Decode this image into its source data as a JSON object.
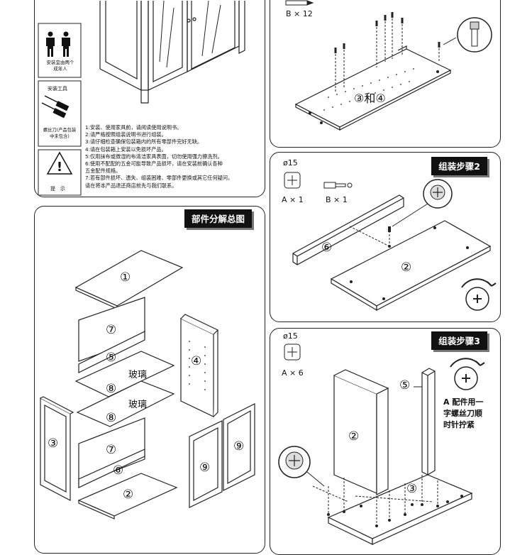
{
  "intro": {
    "people_caption": "安装宜由两个成年人",
    "tools_caption": "安装工具",
    "tools_note": "螺丝刀(产品包装中未包含)",
    "warning_caption": "提　示",
    "notes": [
      "1:安装、使用家具前，请阅读使用说明书。",
      "2:请严格按照组装说明书进行组装。",
      "3:请仔细检查确保包装箱内的所有零部件完好无缺。",
      "4:请在包装箱上安装以免损坏产品。",
      "5:仅用抹布或微湿的布清洁家具表面，切勿使用强力擦洗剂。",
      "6:使用不配配的五金可能导致产品损坏，请在安装前确认各种",
      "   五金配件规格。",
      "7:若有部件损坏、遗失、组装困难、零部件更换或其它任何疑问，",
      "   请在将本产品退还商店前先与我们联系。"
    ]
  },
  "exploded": {
    "title": "部件分解总图",
    "parts": [
      "①",
      "⑦",
      "⑤",
      "⑧",
      "⑧",
      "⑦",
      "⑥",
      "②",
      "③",
      "④",
      "⑨",
      "⑨"
    ],
    "glass_label_1": "玻璃",
    "glass_label_2": "玻璃"
  },
  "step1": {
    "hardware_count": "B × 12",
    "part_label": "③和④"
  },
  "step2": {
    "title": "组装步骤2",
    "diameter": "ø15",
    "hw_a": "A × 1",
    "hw_b": "B × 1",
    "part_a": "⑥",
    "part_b": "②"
  },
  "step3": {
    "title": "组装步骤3",
    "diameter": "ø15",
    "hw_a": "A × 6",
    "instruction": [
      "A 配件用一",
      "字螺丝刀顺",
      "时针拧紧"
    ],
    "part_a": "⑤",
    "part_b": "②",
    "part_c": "③"
  }
}
